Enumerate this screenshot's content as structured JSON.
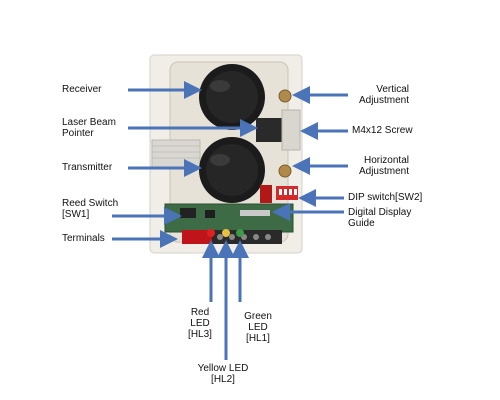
{
  "labels": {
    "receiver": "Receiver",
    "laser_pointer": "Laser Beam\nPointer",
    "transmitter": "Transmitter",
    "reed_switch": "Reed Switch\n[SW1]",
    "terminals": "Terminals",
    "vertical_adjustment": "Vertical\nAdjustment",
    "screw": "M4x12 Screw",
    "horizontal_adjustment": "Horizontal\nAdjustment",
    "dip_switch": "DIP switch[SW2]",
    "digital_display": "Digital Display\nGuide",
    "red_led": "Red\nLED\n[HL3]",
    "green_led": "Green\nLED\n[HL1]",
    "yellow_led": "Yellow LED\n[HL2]"
  },
  "colors": {
    "arrow": "#4a73b8",
    "housing": "#ece8e0",
    "lens": "#1b1b1b",
    "pcb": "#3d6b45",
    "red_led": "#c0141b",
    "yellow_led": "#e0b020",
    "green_led": "#3a9a45",
    "display": "#b11919"
  }
}
